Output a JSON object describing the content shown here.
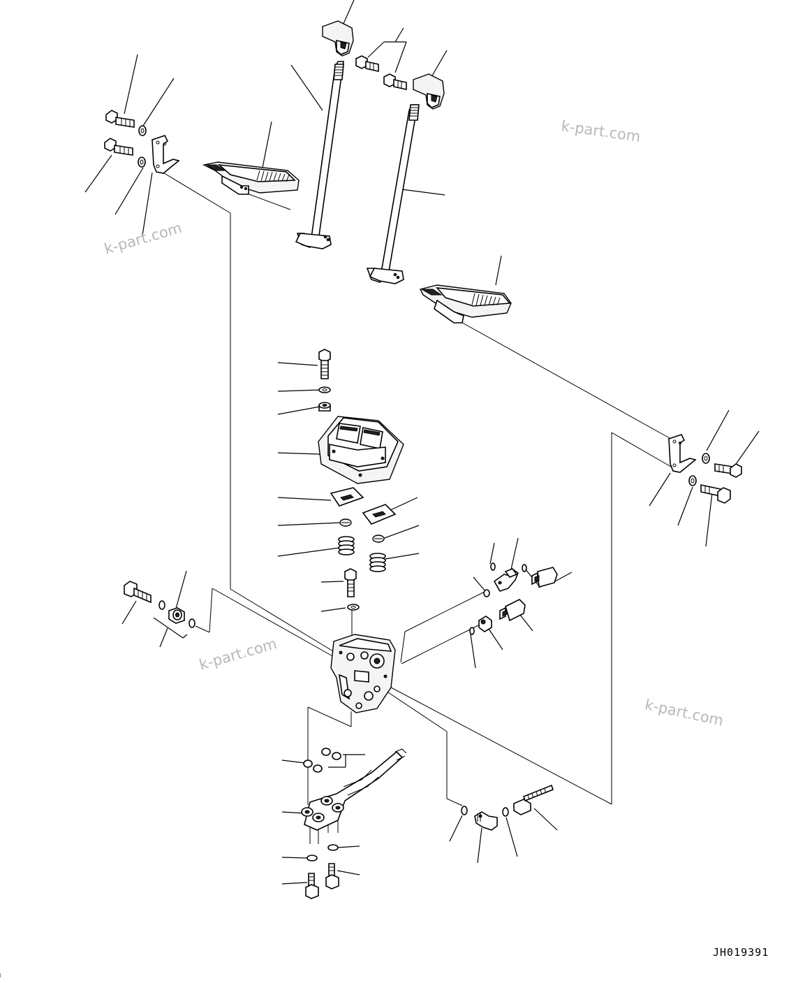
{
  "watermarks": [
    "k-part.com",
    "k-part.com",
    "k-part.com",
    "k-part.com"
  ],
  "drawing_code": "JH019391"
}
